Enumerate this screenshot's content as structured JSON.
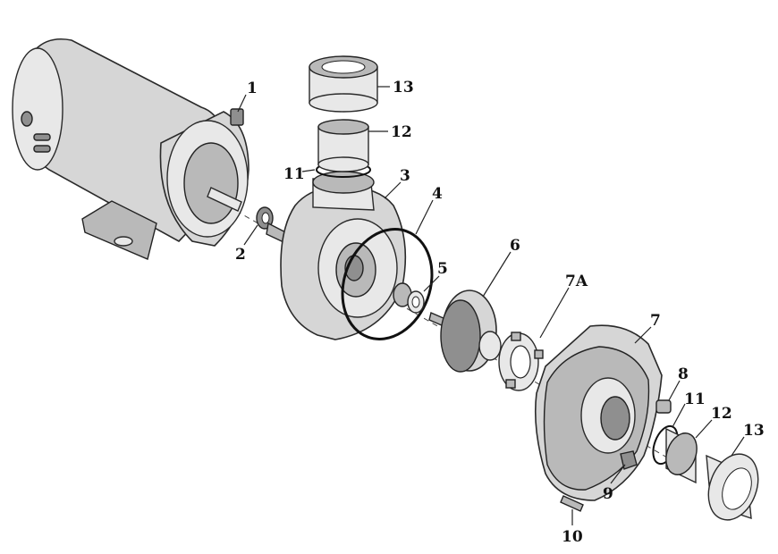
{
  "callouts": {
    "c1": "1",
    "c2": "2",
    "c3": "3",
    "c4": "4",
    "c5": "5",
    "c6": "6",
    "c7a": "7A",
    "c7": "7",
    "c8": "8",
    "c9": "9",
    "c10": "10",
    "c11_top": "11",
    "c11_bottom": "11",
    "c12_top": "12",
    "c12_bottom": "12",
    "c13_top": "13",
    "c13_bottom": "13"
  }
}
